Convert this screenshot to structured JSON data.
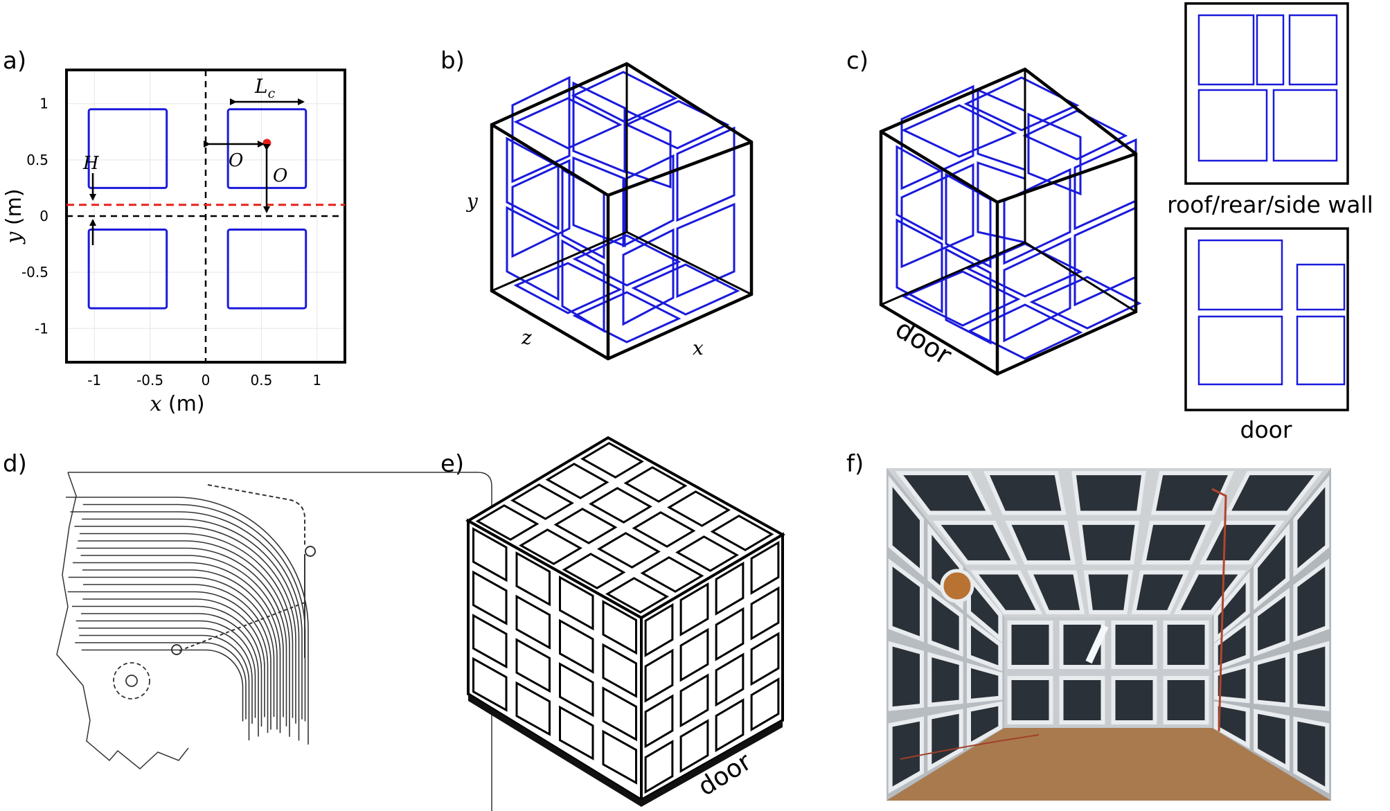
{
  "panel_labels": {
    "a": "a)",
    "b": "b)",
    "c": "c)",
    "d": "d)",
    "e": "e)",
    "f": "f)"
  },
  "panel_a": {
    "xlabel_var": "x",
    "xlabel_unit": "(m)",
    "ylabel_var": "y",
    "ylabel_unit": "(m)",
    "xticks": [
      "-1",
      "-0.5",
      "0",
      "0.5",
      "1"
    ],
    "yticks": [
      "1",
      "0.5",
      "0",
      "-0.5",
      "-1"
    ],
    "annotations": {
      "Lc_main": "L",
      "Lc_sub": "c",
      "O_h": "O",
      "O_v": "O",
      "H": "H"
    },
    "colors": {
      "coil": "#1a1adb",
      "offset_line": "#e8201a",
      "axis_line": "#000000",
      "point": "#e8201a"
    }
  },
  "panel_b": {
    "axis_y": "y",
    "axis_z": "z",
    "axis_x": "x"
  },
  "panel_c": {
    "door_label": "door",
    "wall_caption": "roof/rear/side wall",
    "door_caption": "door"
  },
  "panel_e": {
    "door_label": "door"
  },
  "chart_data": {
    "type": "scatter",
    "title": "",
    "xlabel": "x (m)",
    "ylabel": "y (m)",
    "xlim": [
      -1.25,
      1.25
    ],
    "ylim": [
      -1.3,
      1.3
    ],
    "grid": true,
    "series": [
      {
        "values": [
          [
            0.55,
            0.65
          ]
        ]
      }
    ]
  }
}
